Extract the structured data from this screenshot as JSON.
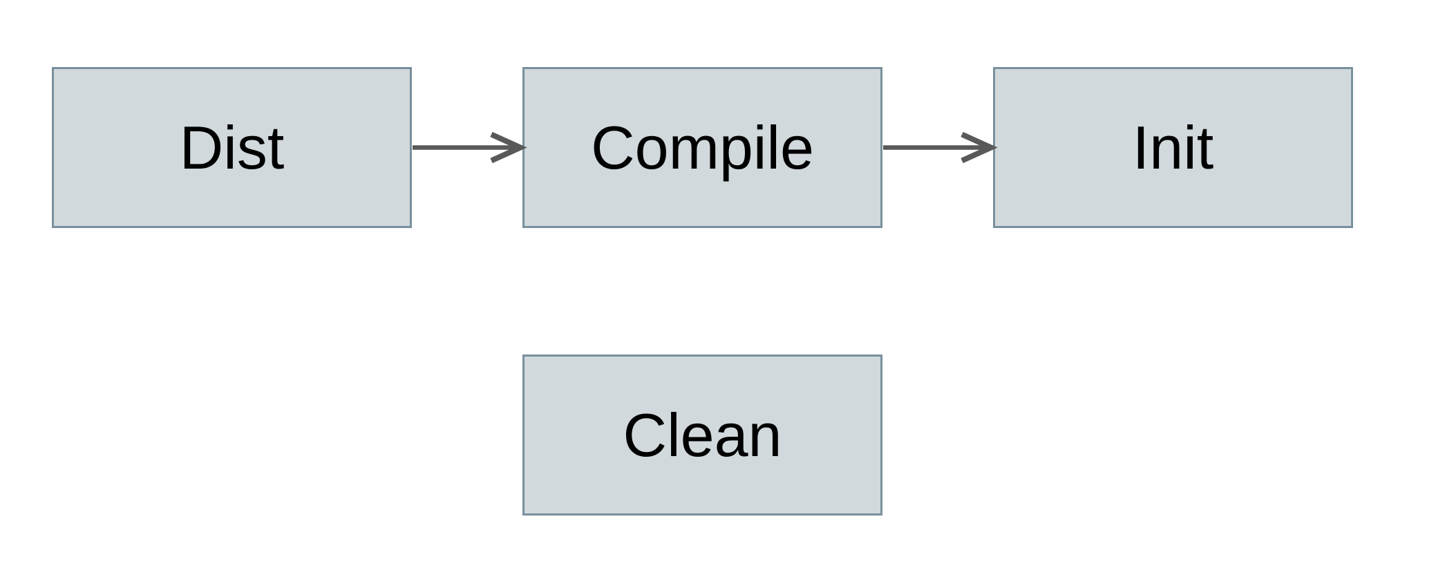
{
  "diagram": {
    "background_color": "#ffffff",
    "node_fill_color": "#d1d9dc",
    "node_border_color": "#78909c",
    "arrow_color": "#595959",
    "text_color": "#000000",
    "nodes": [
      {
        "id": "dist",
        "label": "Dist"
      },
      {
        "id": "compile",
        "label": "Compile"
      },
      {
        "id": "init",
        "label": "Init"
      },
      {
        "id": "clean",
        "label": "Clean"
      }
    ],
    "edges": [
      {
        "from": "dist",
        "to": "compile",
        "direction": "right"
      },
      {
        "from": "compile",
        "to": "init",
        "direction": "right"
      }
    ]
  }
}
